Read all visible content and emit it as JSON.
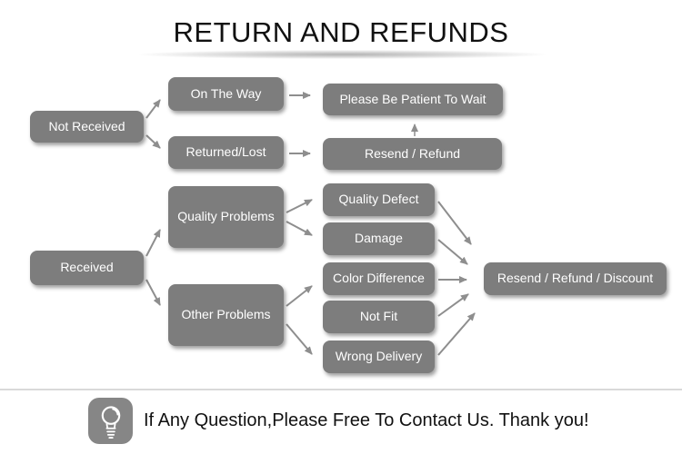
{
  "title": "RETURN AND REFUNDS",
  "colors": {
    "box_fill": "#7d7d7d",
    "box_text": "#ffffff",
    "arrow": "#8e8e8e",
    "divider": "#d9d9d9",
    "title_text": "#111111",
    "footer_text": "#111111",
    "icon_badge_bg": "#868686",
    "icon_glyph": "#ffffff",
    "background": "#ffffff"
  },
  "flowchart": {
    "nodes": {
      "not_received": "Not Received",
      "on_the_way": "On The Way",
      "returned_lost": "Returned/Lost",
      "please_wait": "Please Be Patient To Wait",
      "resend_refund": "Resend / Refund",
      "received": "Received",
      "quality_problems": "Quality Problems",
      "other_problems": "Other Problems",
      "quality_defect": "Quality Defect",
      "damage": "Damage",
      "color_difference": "Color Difference",
      "not_fit": "Not Fit",
      "wrong_delivery": "Wrong Delivery",
      "resend_refund_discount": "Resend / Refund / Discount"
    },
    "edges": [
      "Not Received -> On The Way",
      "Not Received -> Returned/Lost",
      "On The Way -> Please Be Patient To Wait",
      "Returned/Lost -> Resend / Refund",
      "Resend / Refund -> Please Be Patient To Wait",
      "Received -> Quality Problems",
      "Received -> Other Problems",
      "Quality Problems -> Quality Defect",
      "Quality Problems -> Damage",
      "Other Problems -> Color Difference",
      "Other Problems -> Wrong Delivery",
      "Quality Defect -> Resend / Refund / Discount",
      "Damage -> Resend / Refund / Discount",
      "Color Difference -> Resend / Refund / Discount",
      "Not Fit -> Resend / Refund / Discount",
      "Wrong Delivery -> Resend / Refund / Discount"
    ]
  },
  "footer": {
    "icon": "lightbulb-icon",
    "message": "If Any Question,Please Free To Contact Us. Thank you!"
  }
}
